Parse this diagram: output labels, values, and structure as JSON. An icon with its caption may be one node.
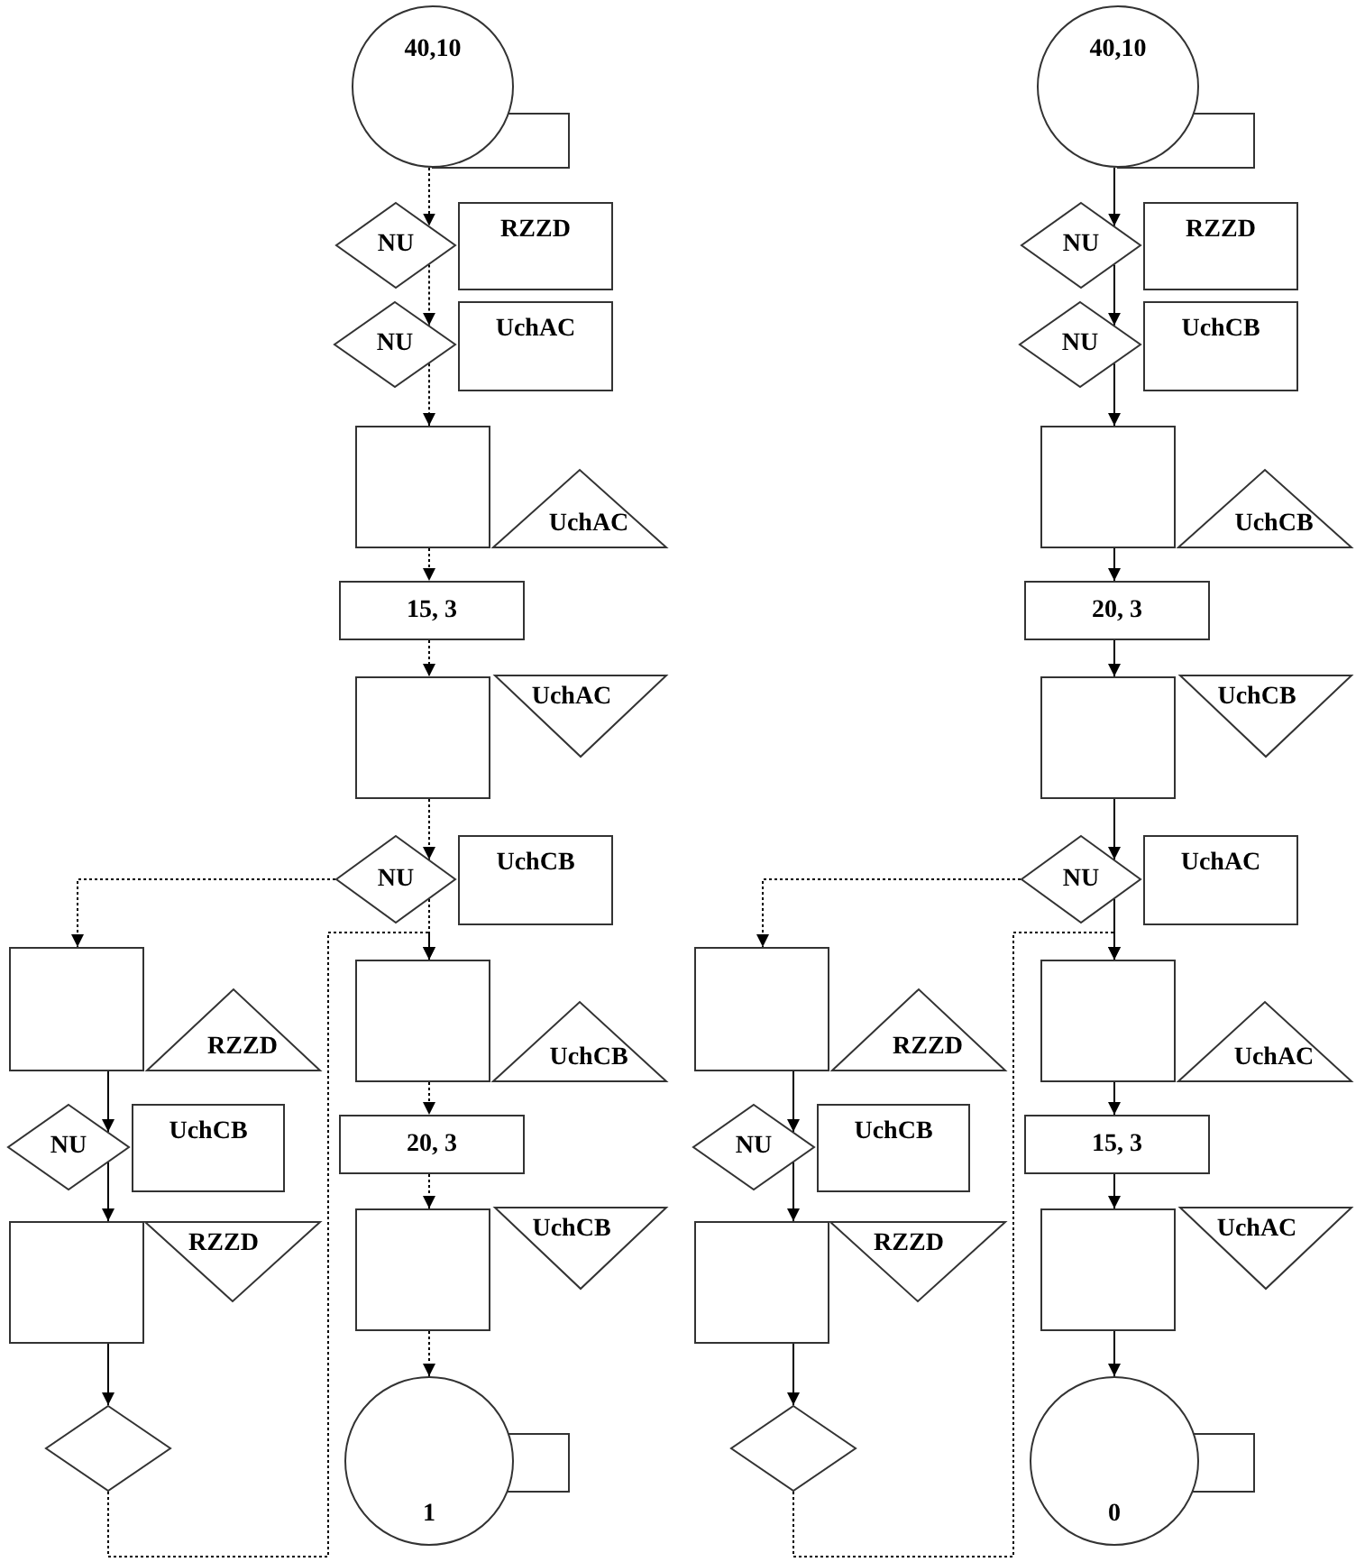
{
  "diagram": {
    "nodes": [
      {
        "text": [
          "40,10"
        ]
      },
      {
        "text": [
          "NU"
        ]
      },
      {
        "text": [
          "RZZD"
        ]
      },
      {
        "text": [
          "NU"
        ]
      },
      {
        "text": [
          "UchAC"
        ]
      },
      {
        "text": [],
        "shape": "box"
      },
      {
        "text": [
          "UchAC"
        ]
      },
      {
        "text": [
          "15, 3"
        ]
      },
      {
        "text": [],
        "shape": "box"
      },
      {
        "text": [
          "UchAC"
        ]
      },
      {
        "text": [
          "NU"
        ]
      },
      {
        "text": [
          "UchCB"
        ]
      },
      {
        "text": [],
        "shape": "box"
      },
      {
        "text": [
          "RZZD"
        ]
      },
      {
        "text": [
          "NU"
        ]
      },
      {
        "text": [
          "UchCB"
        ]
      },
      {
        "text": [],
        "shape": "box"
      },
      {
        "text": [
          "RZZD"
        ]
      },
      {
        "text": [],
        "shape": "diamond"
      },
      {
        "text": [],
        "shape": "box"
      },
      {
        "text": [
          "UchCB"
        ]
      },
      {
        "text": [
          "20, 3"
        ]
      },
      {
        "text": [],
        "shape": "box"
      },
      {
        "text": [
          "UchCB"
        ]
      },
      {
        "text": [
          "1"
        ]
      },
      {
        "text": [
          "40,10"
        ]
      },
      {
        "text": [
          "NU"
        ]
      },
      {
        "text": [
          "RZZD"
        ]
      },
      {
        "text": [
          "NU"
        ]
      },
      {
        "text": [
          "UchCB"
        ]
      },
      {
        "text": [],
        "shape": "box"
      },
      {
        "text": [
          "UchCB"
        ]
      },
      {
        "text": [
          "20, 3"
        ]
      },
      {
        "text": [],
        "shape": "box"
      },
      {
        "text": [
          "UchCB"
        ]
      },
      {
        "text": [
          "NU"
        ]
      },
      {
        "text": [
          "UchAC"
        ]
      },
      {
        "text": [],
        "shape": "box"
      },
      {
        "text": [
          "RZZD"
        ]
      },
      {
        "text": [
          "NU"
        ]
      },
      {
        "text": [
          "UchCB"
        ]
      },
      {
        "text": [],
        "shape": "box"
      },
      {
        "text": [
          "RZZD"
        ]
      },
      {
        "text": [],
        "shape": "diamond"
      },
      {
        "text": [],
        "shape": "box"
      },
      {
        "text": [
          "UchAC"
        ]
      },
      {
        "text": [
          "15, 3"
        ]
      },
      {
        "text": [],
        "shape": "box"
      },
      {
        "text": [
          "UchAC"
        ]
      },
      {
        "text": [
          "0"
        ]
      }
    ],
    "edges": [
      {
        "from": 0,
        "to": 1,
        "arrow": "to",
        "style": "dashed"
      },
      {
        "from": 1,
        "to": 3,
        "arrow": "to",
        "style": "dashed"
      },
      {
        "from": 3,
        "to": 5,
        "arrow": "to",
        "style": "dashed"
      },
      {
        "from": 5,
        "to": 7,
        "arrow": "to",
        "style": "dashed"
      },
      {
        "from": 7,
        "to": 8,
        "arrow": "to",
        "style": "dashed"
      },
      {
        "from": 8,
        "to": 10,
        "arrow": "to",
        "style": "dashed"
      },
      {
        "from": 10,
        "to": 19,
        "arrow": "to",
        "style": "dashed"
      },
      {
        "from": 10,
        "to": 12,
        "arrow": "to",
        "style": "dashed"
      },
      {
        "from": 12,
        "to": 14,
        "arrow": "to"
      },
      {
        "from": 14,
        "to": 16,
        "arrow": "to"
      },
      {
        "from": 16,
        "to": 18,
        "arrow": "to"
      },
      {
        "from": 18,
        "to": 19,
        "arrow": "to",
        "style": "dashed"
      },
      {
        "from": 19,
        "to": 21,
        "arrow": "to",
        "style": "dashed"
      },
      {
        "from": 21,
        "to": 22,
        "arrow": "to",
        "style": "dashed"
      },
      {
        "from": 22,
        "to": 24,
        "arrow": "to",
        "style": "dashed"
      },
      {
        "from": 25,
        "to": 26,
        "arrow": "to"
      },
      {
        "from": 26,
        "to": 28,
        "arrow": "to"
      },
      {
        "from": 28,
        "to": 30,
        "arrow": "to"
      },
      {
        "from": 30,
        "to": 32,
        "arrow": "to"
      },
      {
        "from": 32,
        "to": 33,
        "arrow": "to"
      },
      {
        "from": 33,
        "to": 35,
        "arrow": "to"
      },
      {
        "from": 35,
        "to": 44,
        "arrow": "to"
      },
      {
        "from": 35,
        "to": 37,
        "arrow": "to",
        "style": "dashed"
      },
      {
        "from": 37,
        "to": 39,
        "arrow": "to"
      },
      {
        "from": 39,
        "to": 41,
        "arrow": "to"
      },
      {
        "from": 41,
        "to": 43,
        "arrow": "to"
      },
      {
        "from": 43,
        "to": 44,
        "arrow": "to",
        "style": "dashed"
      },
      {
        "from": 44,
        "to": 46,
        "arrow": "to"
      },
      {
        "from": 46,
        "to": 47,
        "arrow": "to"
      },
      {
        "from": 47,
        "to": 49,
        "arrow": "to"
      }
    ]
  }
}
